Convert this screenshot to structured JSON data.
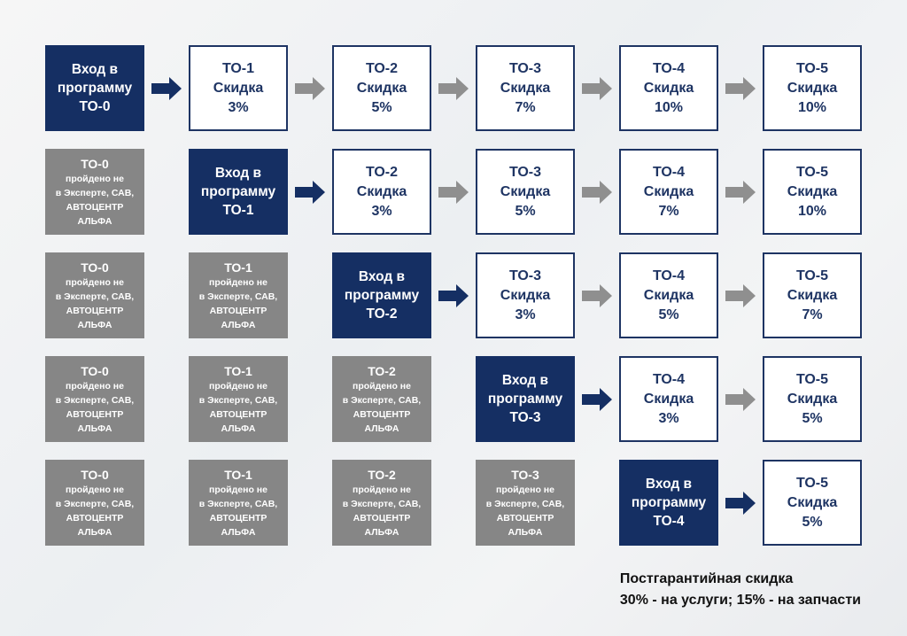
{
  "colors": {
    "entry": "#152f63",
    "done": "#868686",
    "step_border": "#1e3463",
    "arrow_active": "#152f63",
    "arrow_inactive": "#8f8f8f"
  },
  "rows": [
    [
      {
        "kind": "entry",
        "lines": [
          "Вход в",
          "программу",
          "ТО-0"
        ]
      },
      {
        "kind": "step",
        "lines": [
          "ТО-1",
          "Скидка",
          "3%"
        ]
      },
      {
        "kind": "step",
        "lines": [
          "ТО-2",
          "Скидка",
          "5%"
        ]
      },
      {
        "kind": "step",
        "lines": [
          "ТО-3",
          "Скидка",
          "7%"
        ]
      },
      {
        "kind": "step",
        "lines": [
          "ТО-4",
          "Скидка",
          "10%"
        ]
      },
      {
        "kind": "step",
        "lines": [
          "ТО-5",
          "Скидка",
          "10%"
        ]
      }
    ],
    [
      {
        "kind": "done",
        "lines": [
          "ТО-0",
          "пройдено не",
          "в Эксперте, САВ,",
          "АВТОЦЕНТР",
          "АЛЬФА"
        ]
      },
      {
        "kind": "entry",
        "lines": [
          "Вход в",
          "программу",
          "ТО-1"
        ]
      },
      {
        "kind": "step",
        "lines": [
          "ТО-2",
          "Скидка",
          "3%"
        ]
      },
      {
        "kind": "step",
        "lines": [
          "ТО-3",
          "Скидка",
          "5%"
        ]
      },
      {
        "kind": "step",
        "lines": [
          "ТО-4",
          "Скидка",
          "7%"
        ]
      },
      {
        "kind": "step",
        "lines": [
          "ТО-5",
          "Скидка",
          "10%"
        ]
      }
    ],
    [
      {
        "kind": "done",
        "lines": [
          "ТО-0",
          "пройдено не",
          "в Эксперте, САВ,",
          "АВТОЦЕНТР",
          "АЛЬФА"
        ]
      },
      {
        "kind": "done",
        "lines": [
          "ТО-1",
          "пройдено не",
          "в Эксперте, САВ,",
          "АВТОЦЕНТР",
          "АЛЬФА"
        ]
      },
      {
        "kind": "entry",
        "lines": [
          "Вход в",
          "программу",
          "ТО-2"
        ]
      },
      {
        "kind": "step",
        "lines": [
          "ТО-3",
          "Скидка",
          "3%"
        ]
      },
      {
        "kind": "step",
        "lines": [
          "ТО-4",
          "Скидка",
          "5%"
        ]
      },
      {
        "kind": "step",
        "lines": [
          "ТО-5",
          "Скидка",
          "7%"
        ]
      }
    ],
    [
      {
        "kind": "done",
        "lines": [
          "ТО-0",
          "пройдено не",
          "в Эксперте, САВ,",
          "АВТОЦЕНТР",
          "АЛЬФА"
        ]
      },
      {
        "kind": "done",
        "lines": [
          "ТО-1",
          "пройдено не",
          "в Эксперте, САВ,",
          "АВТОЦЕНТР",
          "АЛЬФА"
        ]
      },
      {
        "kind": "done",
        "lines": [
          "ТО-2",
          "пройдено не",
          "в Эксперте, САВ,",
          "АВТОЦЕНТР",
          "АЛЬФА"
        ]
      },
      {
        "kind": "entry",
        "lines": [
          "Вход в",
          "программу",
          "ТО-3"
        ]
      },
      {
        "kind": "step",
        "lines": [
          "ТО-4",
          "Скидка",
          "3%"
        ]
      },
      {
        "kind": "step",
        "lines": [
          "ТО-5",
          "Скидка",
          "5%"
        ]
      }
    ],
    [
      {
        "kind": "done",
        "lines": [
          "ТО-0",
          "пройдено не",
          "в Эксперте, САВ,",
          "АВТОЦЕНТР",
          "АЛЬФА"
        ]
      },
      {
        "kind": "done",
        "lines": [
          "ТО-1",
          "пройдено не",
          "в Эксперте, САВ,",
          "АВТОЦЕНТР",
          "АЛЬФА"
        ]
      },
      {
        "kind": "done",
        "lines": [
          "ТО-2",
          "пройдено не",
          "в Эксперте, САВ,",
          "АВТОЦЕНТР",
          "АЛЬФА"
        ]
      },
      {
        "kind": "done",
        "lines": [
          "ТО-3",
          "пройдено не",
          "в Эксперте, САВ,",
          "АВТОЦЕНТР",
          "АЛЬФА"
        ]
      },
      {
        "kind": "entry",
        "lines": [
          "Вход в",
          "программу",
          "ТО-4"
        ]
      },
      {
        "kind": "step",
        "lines": [
          "ТО-5",
          "Скидка",
          "5%"
        ]
      }
    ]
  ],
  "footer": {
    "line1": "Постгарантийная скидка",
    "line2": "30% - на услуги;  15% - на запчасти"
  }
}
